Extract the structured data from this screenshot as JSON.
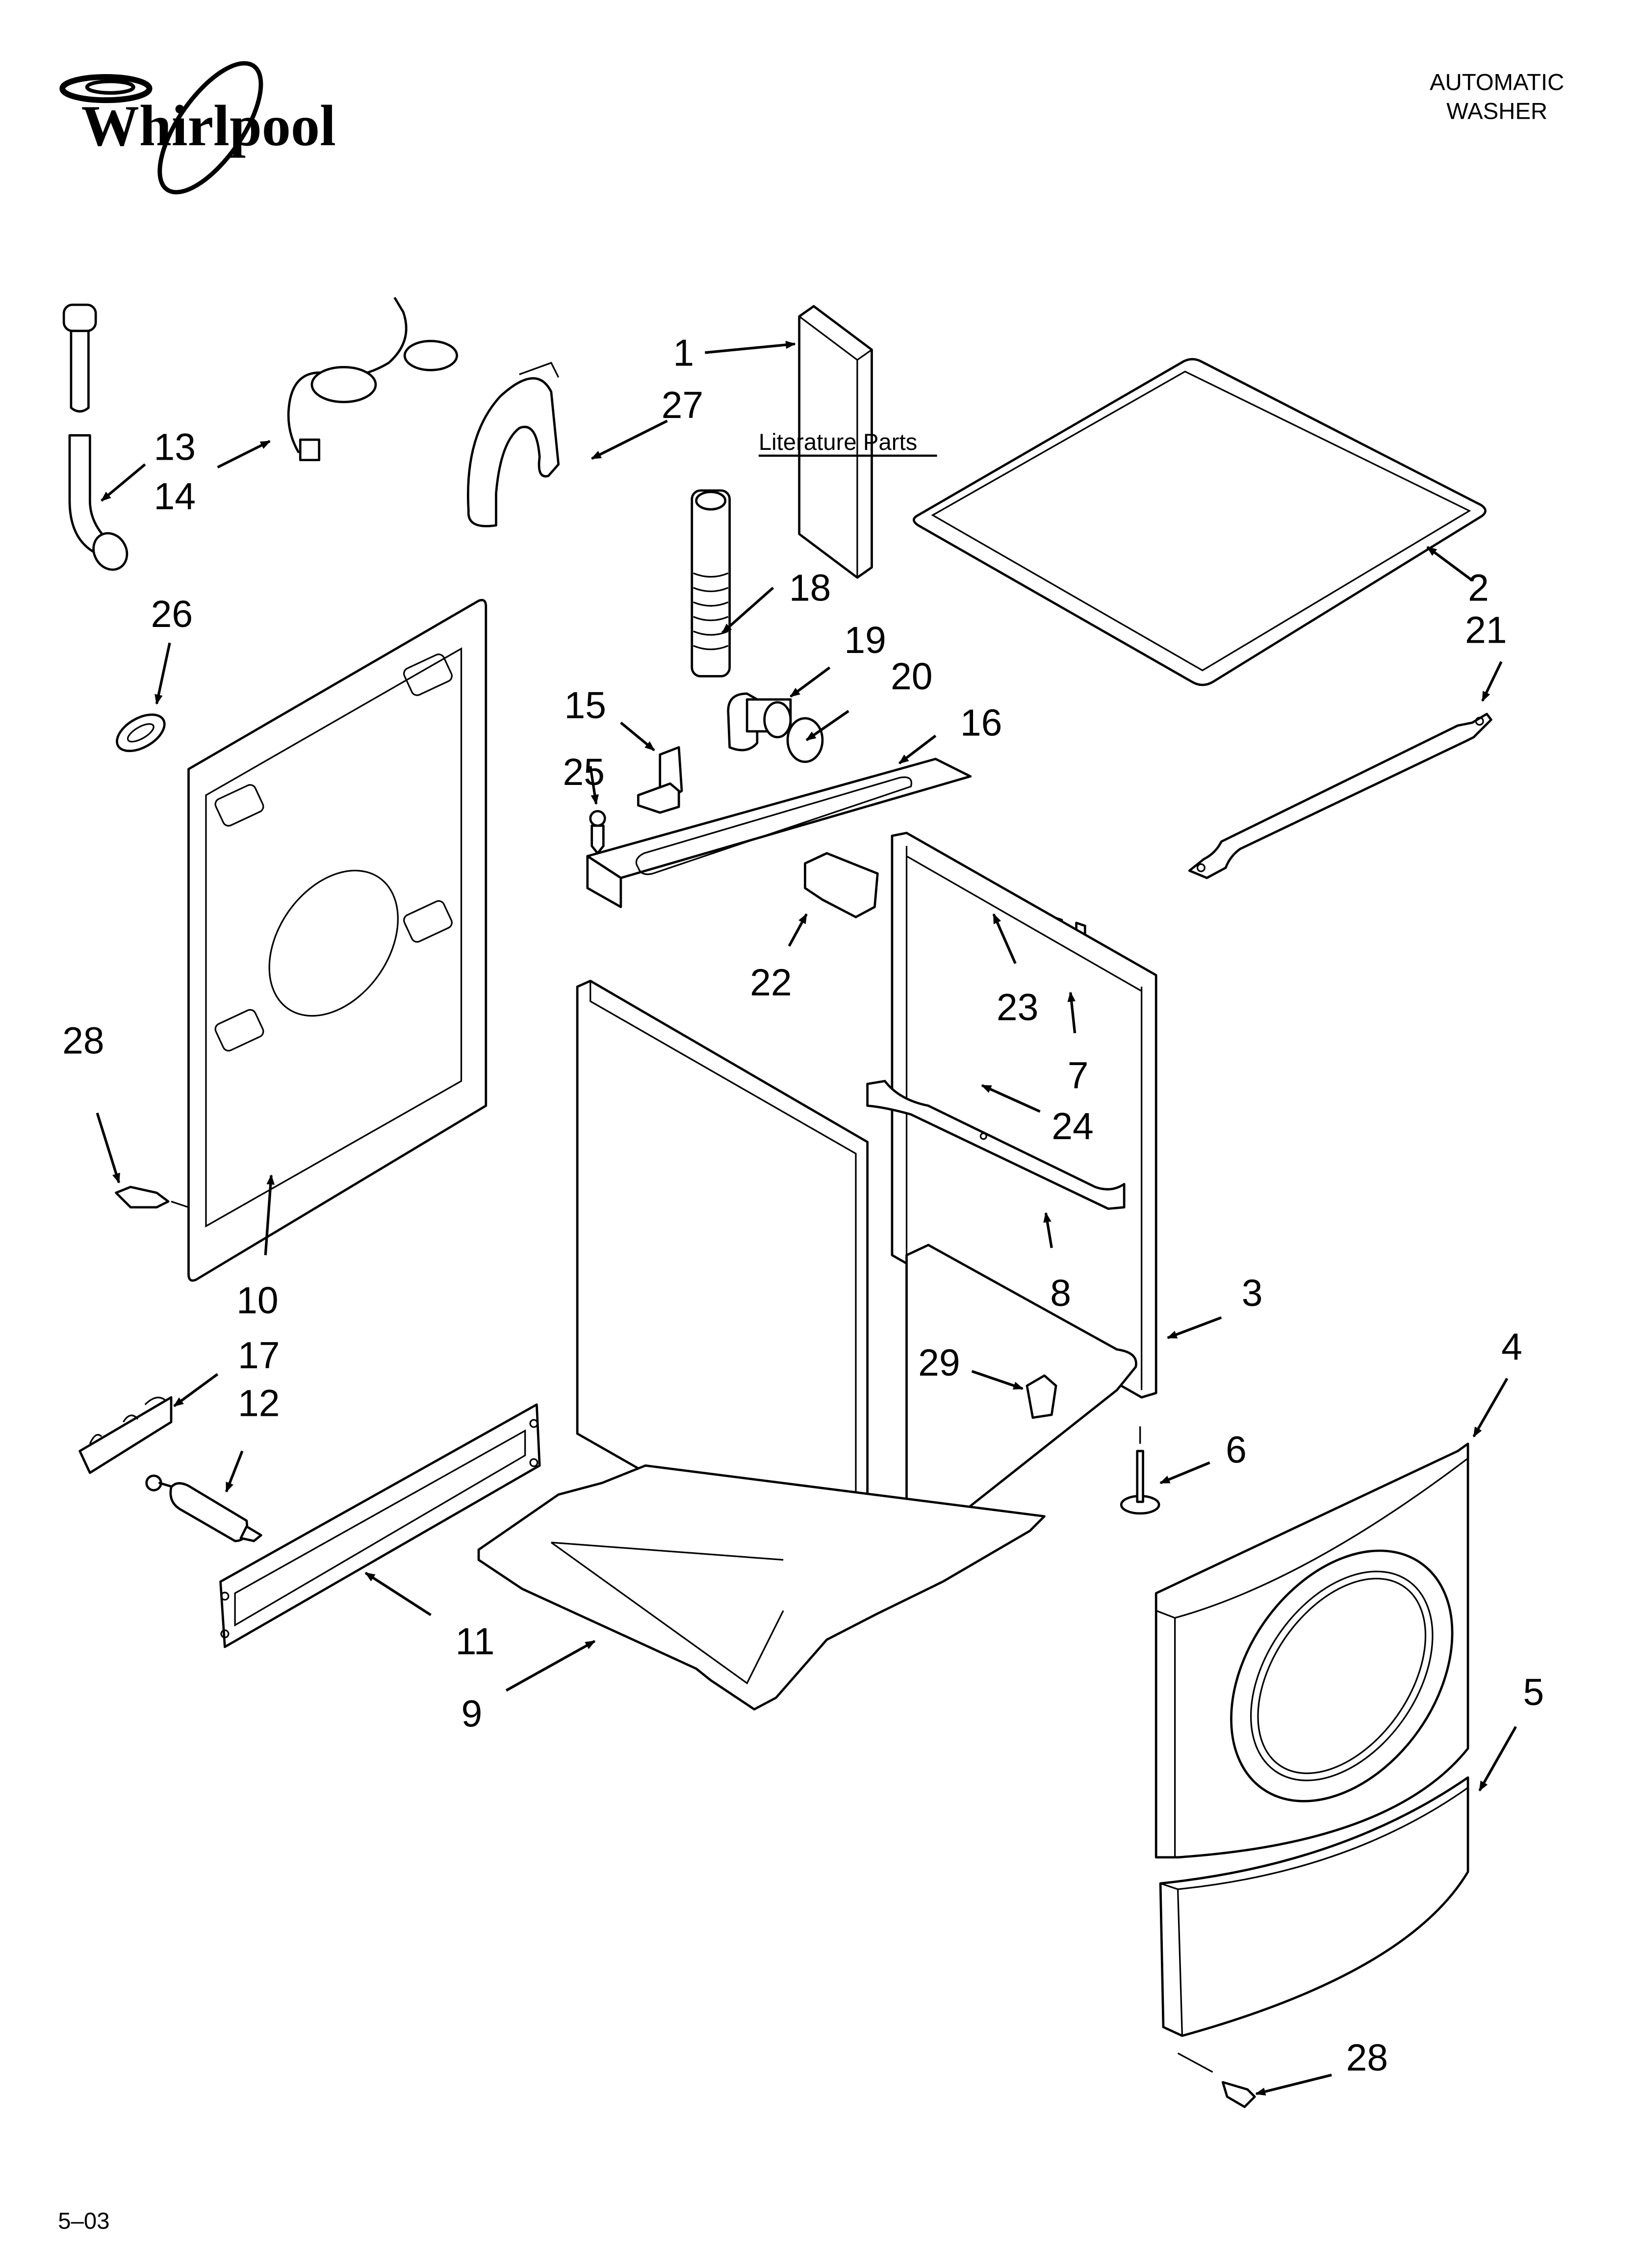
{
  "brand": {
    "name": "Whirlpool"
  },
  "header": {
    "title_line1": "AUTOMATIC",
    "title_line2": "WASHER"
  },
  "literature_label": "Literature Parts",
  "footer": {
    "revision": "5–03"
  },
  "diagram": {
    "type": "exploded-parts-view",
    "callouts": [
      {
        "id": "c1",
        "label": "1",
        "part": "literature"
      },
      {
        "id": "c2",
        "label": "2",
        "part": "top-panel"
      },
      {
        "id": "c3",
        "label": "3",
        "part": "cabinet"
      },
      {
        "id": "c4",
        "label": "4",
        "part": "front-panel"
      },
      {
        "id": "c5",
        "label": "5",
        "part": "lower-toe-panel"
      },
      {
        "id": "c6",
        "label": "6",
        "part": "leveling-leg"
      },
      {
        "id": "c7",
        "label": "7",
        "part": "hose-clip"
      },
      {
        "id": "c8",
        "label": "8",
        "part": "cross-brace"
      },
      {
        "id": "c9",
        "label": "9",
        "part": "base-pad"
      },
      {
        "id": "c10",
        "label": "10",
        "part": "rear-panel"
      },
      {
        "id": "c11",
        "label": "11",
        "part": "base-rail"
      },
      {
        "id": "c12",
        "label": "12",
        "part": "spacer-bolt"
      },
      {
        "id": "c13",
        "label": "13",
        "part": "inlet-hose"
      },
      {
        "id": "c14",
        "label": "14",
        "part": "power-cord"
      },
      {
        "id": "c15",
        "label": "15",
        "part": "bracket"
      },
      {
        "id": "c16",
        "label": "16",
        "part": "top-rail"
      },
      {
        "id": "c17",
        "label": "17",
        "part": "clip-strip"
      },
      {
        "id": "c18",
        "label": "18",
        "part": "drain-hose"
      },
      {
        "id": "c19",
        "label": "19",
        "part": "elbow"
      },
      {
        "id": "c20",
        "label": "20",
        "part": "hose-clamp"
      },
      {
        "id": "c21",
        "label": "21",
        "part": "top-brace"
      },
      {
        "id": "c22",
        "label": "22",
        "part": "door-lock-switch"
      },
      {
        "id": "c23",
        "label": "23",
        "part": "pressure-switch"
      },
      {
        "id": "c24",
        "label": "24",
        "part": "pressure-tube"
      },
      {
        "id": "c25",
        "label": "25",
        "part": "screw"
      },
      {
        "id": "c26",
        "label": "26",
        "part": "grommet"
      },
      {
        "id": "c27",
        "label": "27",
        "part": "hose-guide"
      },
      {
        "id": "c28a",
        "label": "28",
        "part": "screw-rear"
      },
      {
        "id": "c28b",
        "label": "28",
        "part": "screw-front"
      },
      {
        "id": "c29",
        "label": "29",
        "part": "clip"
      }
    ]
  }
}
